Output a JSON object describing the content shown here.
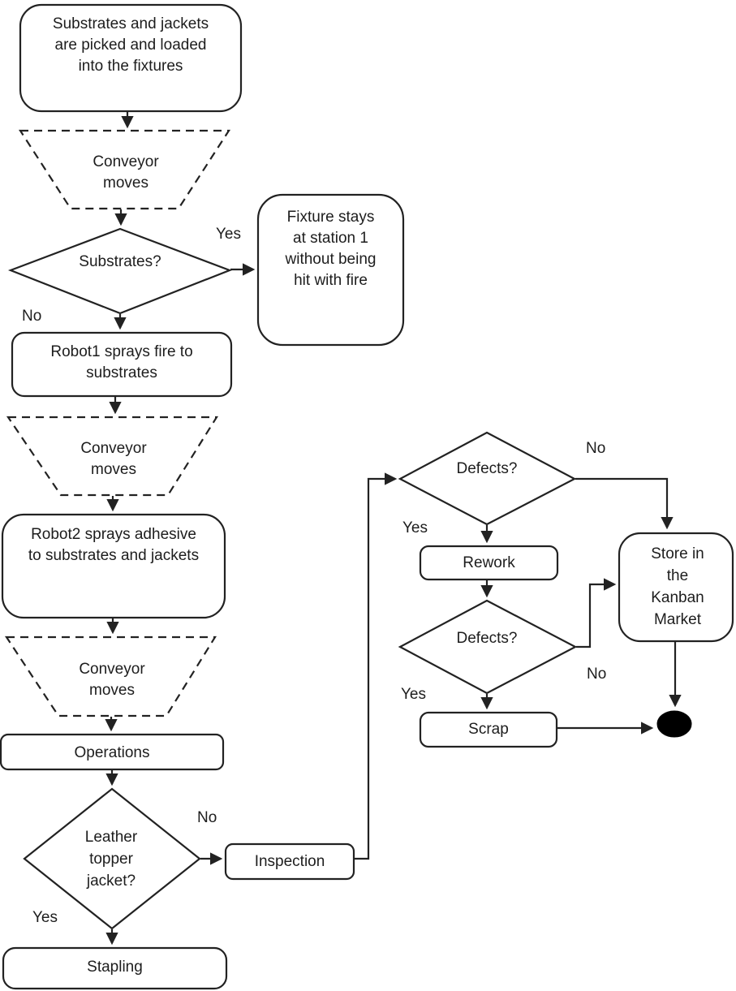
{
  "diagram": {
    "background": "#ffffff",
    "stroke_color": "#222222",
    "text_color": "#1d1d1d",
    "terminator_fill": "#000000"
  },
  "nodes": {
    "load": {
      "shape": "rounded-rectangle",
      "lines": [
        "Substrates and jackets",
        "are picked and loaded",
        "into the fixtures"
      ]
    },
    "conveyor1": {
      "shape": "dashed-trapezoid",
      "lines": [
        "Conveyor",
        "moves"
      ]
    },
    "substrates_decision": {
      "shape": "diamond",
      "lines": [
        "Substrates?"
      ]
    },
    "fixture_stays": {
      "shape": "rounded-rectangle",
      "lines": [
        "Fixture stays",
        "at station 1",
        "without being",
        "hit with fire"
      ]
    },
    "robot1": {
      "shape": "rounded-rectangle",
      "lines": [
        "Robot1 sprays fire to",
        "substrates"
      ]
    },
    "conveyor2": {
      "shape": "dashed-trapezoid",
      "lines": [
        "Conveyor",
        "moves"
      ]
    },
    "robot2": {
      "shape": "rounded-rectangle",
      "lines": [
        "Robot2 sprays adhesive",
        "to substrates and jackets"
      ]
    },
    "conveyor3": {
      "shape": "dashed-trapezoid",
      "lines": [
        "Conveyor",
        "moves"
      ]
    },
    "operations": {
      "shape": "rounded-rectangle",
      "lines": [
        "Operations"
      ]
    },
    "leather_decision": {
      "shape": "diamond",
      "lines": [
        "Leather",
        "topper",
        "jacket?"
      ]
    },
    "inspection": {
      "shape": "rounded-rectangle",
      "lines": [
        "Inspection"
      ]
    },
    "stapling": {
      "shape": "rounded-rectangle",
      "lines": [
        "Stapling"
      ]
    },
    "defects_decision_1": {
      "shape": "diamond",
      "lines": [
        "Defects?"
      ]
    },
    "rework": {
      "shape": "rounded-rectangle",
      "lines": [
        "Rework"
      ]
    },
    "defects_decision_2": {
      "shape": "diamond",
      "lines": [
        "Defects?"
      ]
    },
    "scrap": {
      "shape": "rounded-rectangle",
      "lines": [
        "Scrap"
      ]
    },
    "kanban_store": {
      "shape": "rounded-rectangle",
      "lines": [
        "Store in",
        "the",
        "Kanban",
        "Market"
      ]
    },
    "end_terminator": {
      "shape": "filled-ellipse",
      "lines": []
    }
  },
  "edge_labels": {
    "substrates_yes": "Yes",
    "substrates_no": "No",
    "leather_no": "No",
    "leather_yes": "Yes",
    "defects1_no": "No",
    "defects1_yes": "Yes",
    "defects2_no": "No",
    "defects2_yes": "Yes"
  }
}
